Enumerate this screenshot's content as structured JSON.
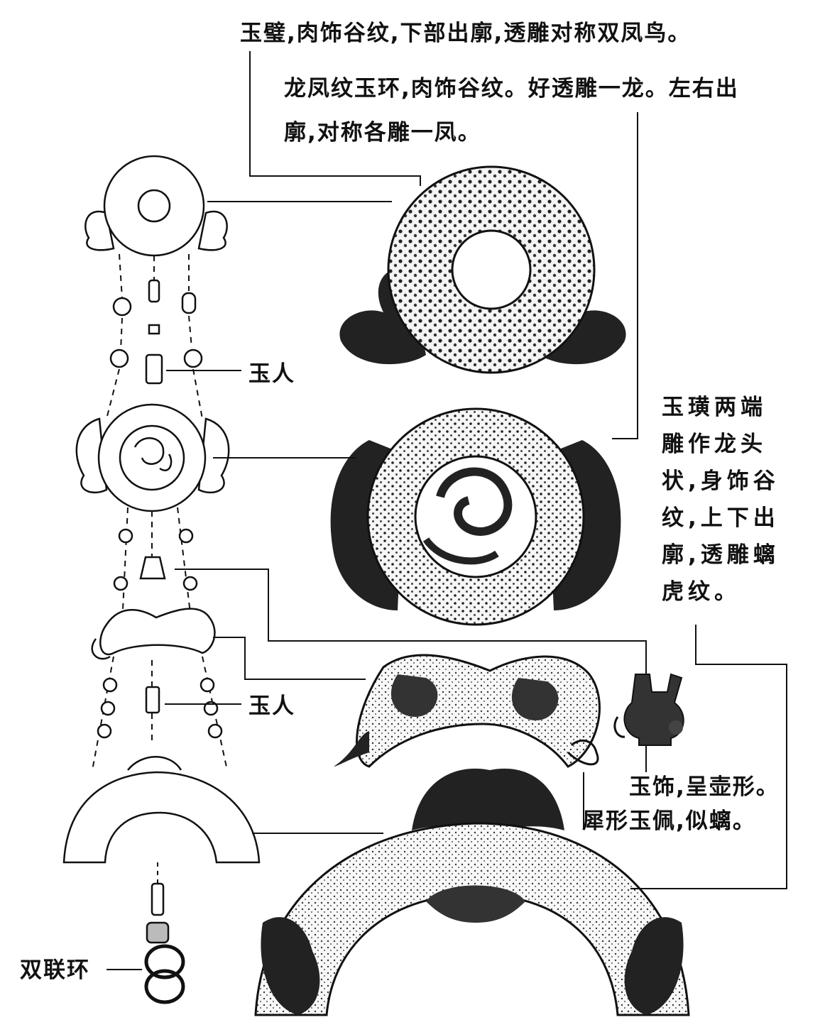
{
  "captions": {
    "bi": "玉璧,肉饰谷纹,下部出廓,透雕对称双凤鸟。",
    "huan_line1": "龙凤纹玉环,肉饰谷纹。好透雕一龙。左右出",
    "huan_line2": "廓,对称各雕一凤。",
    "huang_lines": [
      "玉璜两端",
      "雕作龙头",
      "状,身饰谷",
      "纹,上下出",
      "廓,透雕螭",
      "虎纹。"
    ],
    "yuren_1": "玉人",
    "yuren_2": "玉人",
    "hu_ornament": "玉饰,呈壶形。",
    "xi_pei": "犀形玉佩,似螭。",
    "shuang_lian_huan": "双联环"
  }
}
